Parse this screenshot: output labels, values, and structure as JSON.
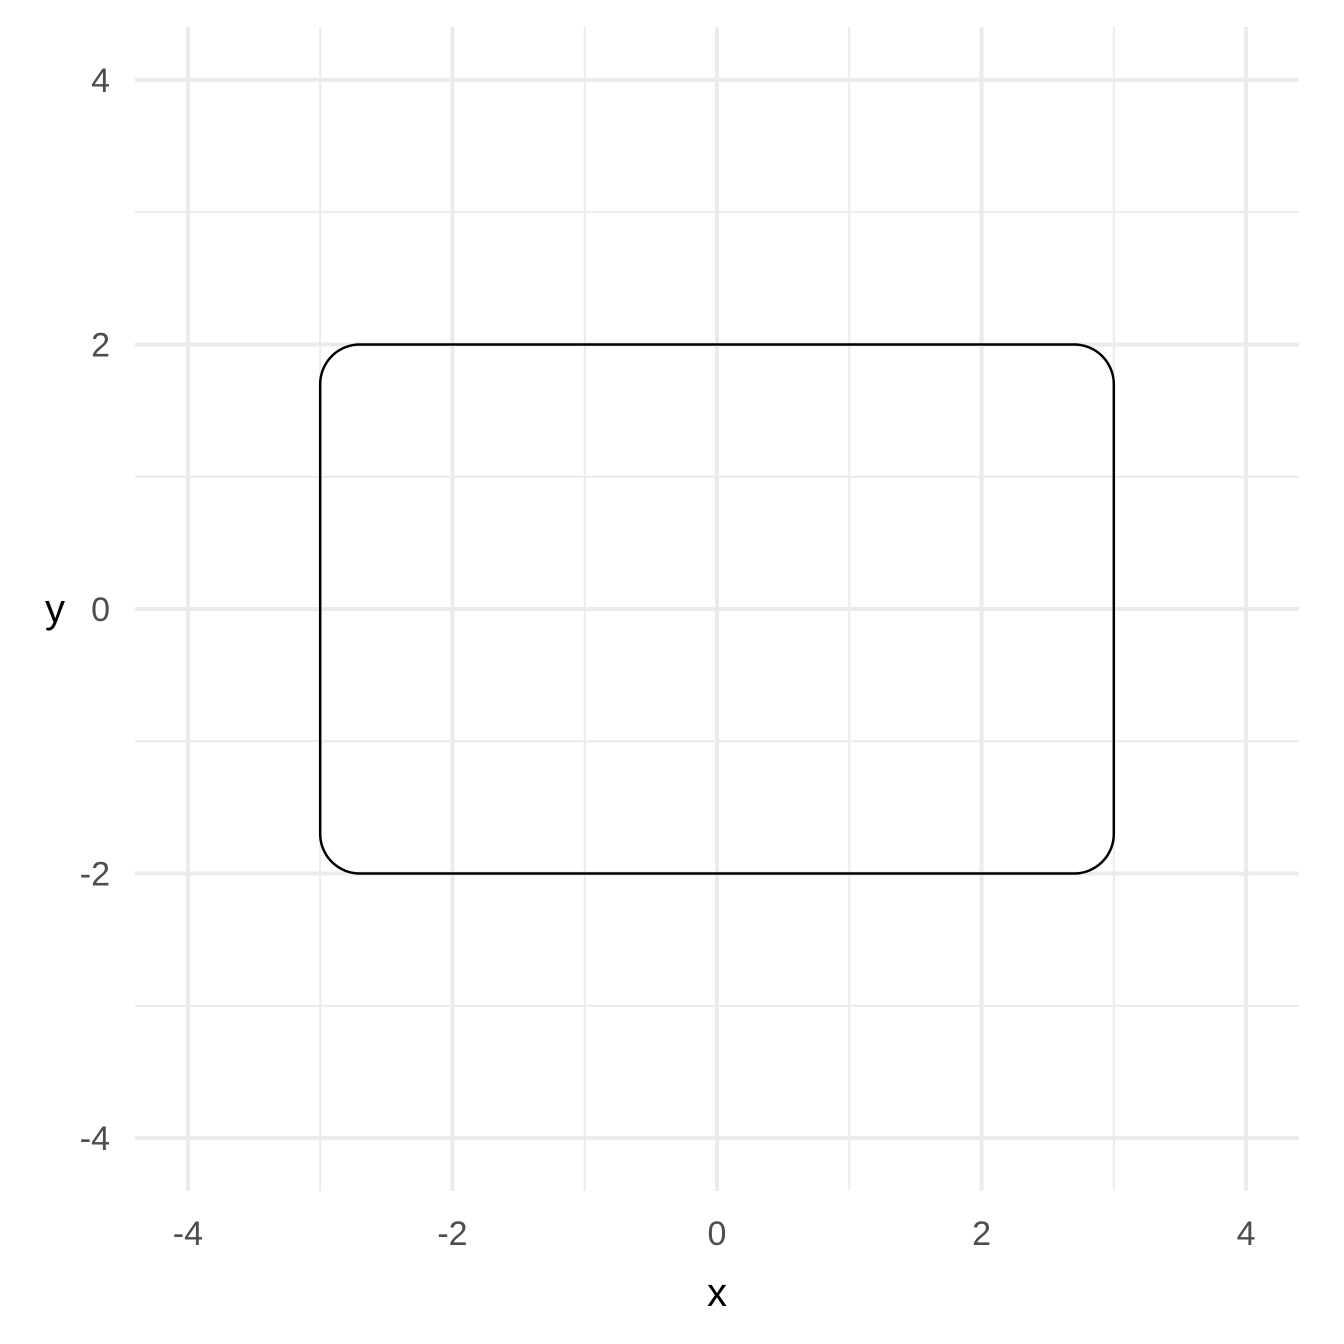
{
  "chart_data": {
    "type": "line",
    "title": "",
    "xlabel": "x",
    "ylabel": "y",
    "xlim": [
      -4.4,
      4.4
    ],
    "ylim": [
      -4.4,
      4.4
    ],
    "x_ticks": [
      -4,
      -2,
      0,
      2,
      4
    ],
    "y_ticks": [
      -4,
      -2,
      0,
      2,
      4
    ],
    "x_minor": [
      -3,
      -1,
      1,
      3
    ],
    "y_minor": [
      -3,
      -1,
      1,
      3
    ],
    "x_tick_labels": [
      "-4",
      "-2",
      "0",
      "2",
      "4"
    ],
    "y_tick_labels": [
      "-4",
      "-2",
      "0",
      "2",
      "4"
    ],
    "grid": true,
    "legend": "none",
    "series": [
      {
        "shape": "rounded-rectangle",
        "xmin": -3,
        "xmax": 3,
        "ymin": -2,
        "ymax": 2,
        "corner_radius": 0.3,
        "color": "#000000"
      }
    ]
  },
  "colors": {
    "grid_major": "#ebebeb",
    "grid_minor": "#ebebeb",
    "tick_text": "#4d4d4d",
    "shape_stroke": "#000000"
  }
}
